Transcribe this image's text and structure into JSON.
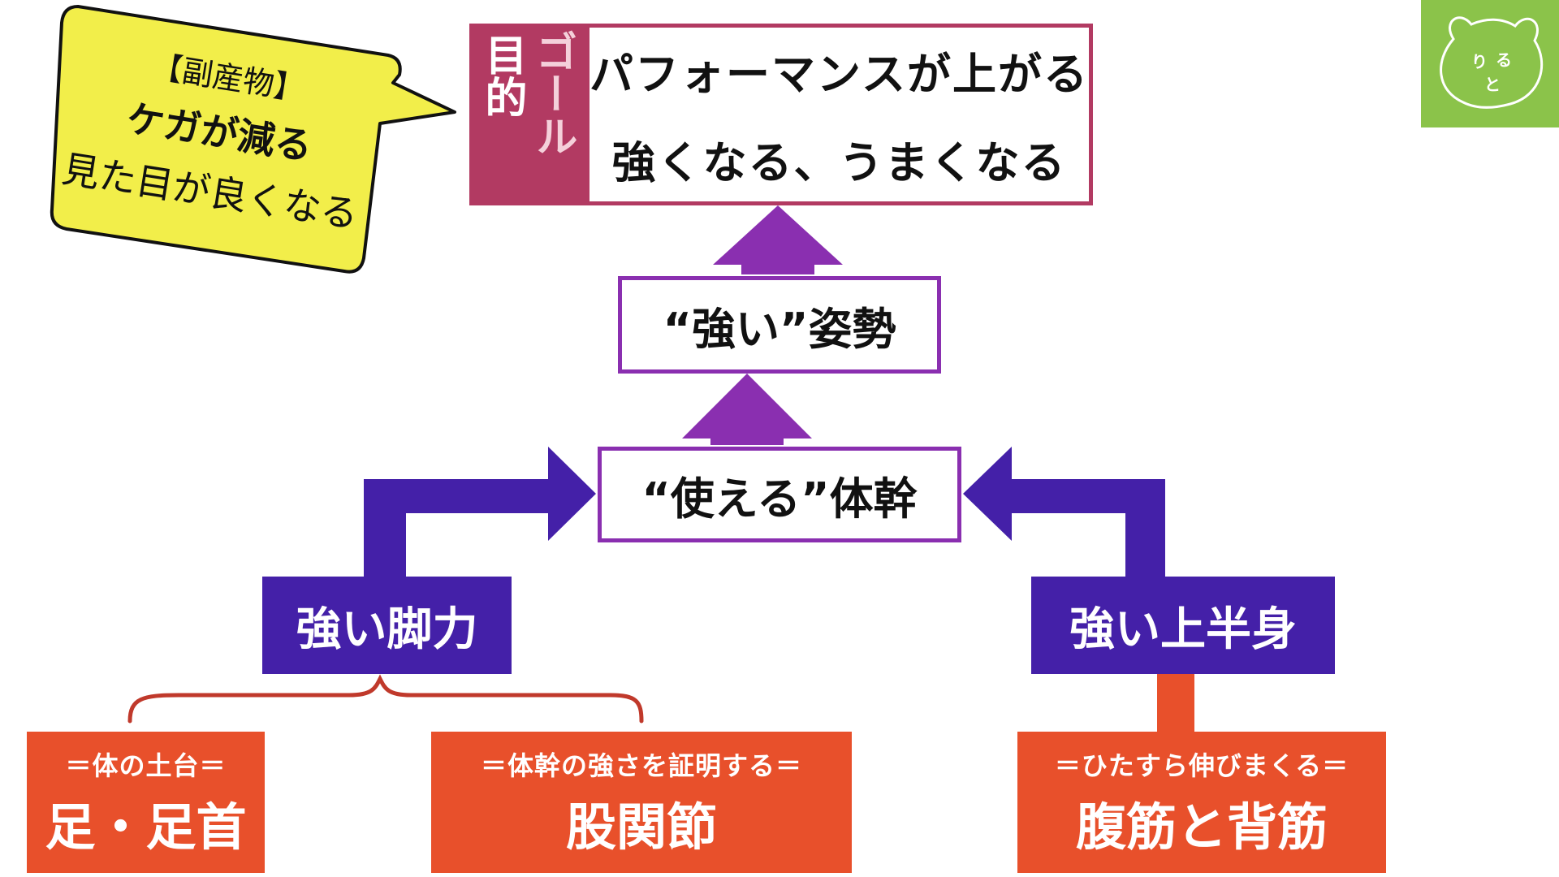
{
  "goal": {
    "label_col1": "目的",
    "label_col2": "ゴール",
    "lines": [
      "パフォーマンスが上がる",
      "強くなる、うまくなる"
    ]
  },
  "posture": "“強い”姿勢",
  "core": "“使える”体幹",
  "legs": "強い脚力",
  "upper": "強い上半身",
  "foot": {
    "sub": "＝体の土台＝",
    "main": "足・足首"
  },
  "hip": {
    "sub": "＝体幹の強さを証明する＝",
    "main": "股関節"
  },
  "trunk": {
    "sub": "＝ひたすら伸びまくる＝",
    "main": "腹筋と背筋"
  },
  "bubble": {
    "title": "【副産物】",
    "line1": "ケガが減る",
    "line2": "見た目が良くなる"
  },
  "logo": {
    "chars": [
      "り",
      "る",
      "と"
    ]
  },
  "colors": {
    "goal": "#b23a62",
    "purple": "#8a2fb0",
    "indigo": "#4420a8",
    "orange": "#e8502b",
    "bubble": "#f2ee4a",
    "logo": "#8bc34a"
  }
}
